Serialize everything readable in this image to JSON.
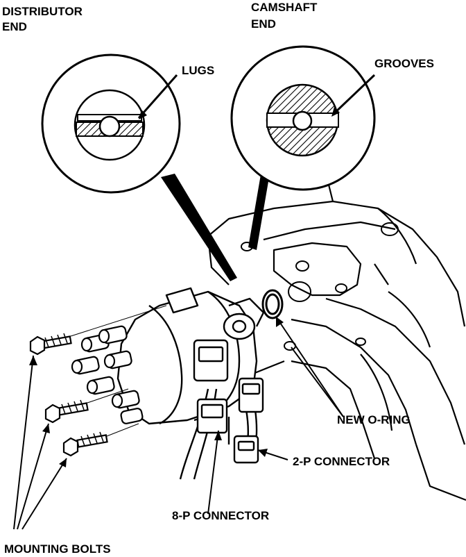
{
  "labels": {
    "distributor_end_line1": "DISTRIBUTOR",
    "distributor_end_line2": "END",
    "camshaft_end_line1": "CAMSHAFT",
    "camshaft_end_line2": "END",
    "lugs": "LUGS",
    "grooves": "GROOVES",
    "new_o_ring": "NEW O-RING",
    "two_p_connector": "2-P CONNECTOR",
    "eight_p_connector": "8-P CONNECTOR",
    "mounting_bolts": "MOUNTING BOLTS"
  },
  "colors": {
    "ink": "#000000",
    "paper": "#ffffff"
  }
}
